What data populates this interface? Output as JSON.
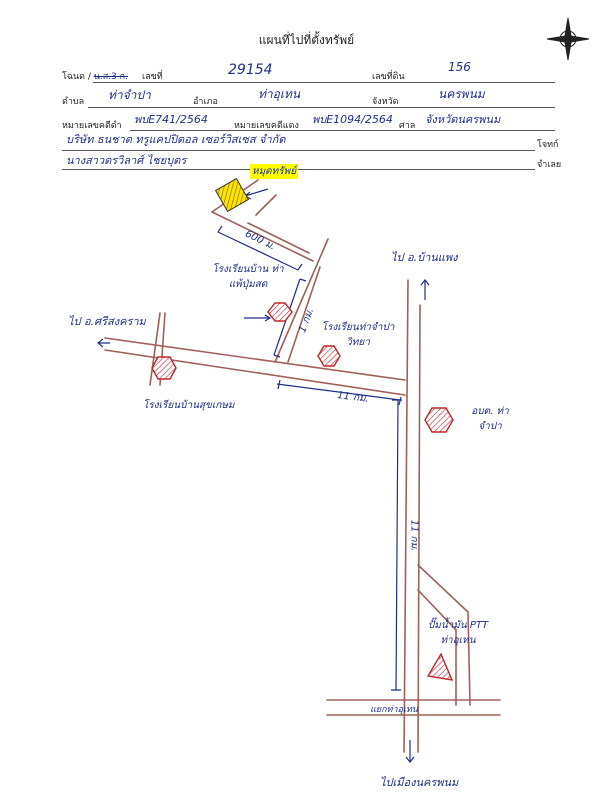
{
  "header": {
    "title": "แผนที่ไปที่ตั้งทรัพย์"
  },
  "form": {
    "row1": {
      "deed_label": "โฉนด / ",
      "deed_type_struck": "น.ส.3 ก.",
      "deed_no_label": "เลขที่",
      "deed_no": "29154",
      "land_no_label": "เลขที่ดิน",
      "land_no": "156"
    },
    "row2": {
      "tambon_label": "ตำบล",
      "tambon": "ท่าจำปา",
      "amphoe_label": "อำเภอ",
      "amphoe": "ท่าอุเทน",
      "province_label": "จังหวัด",
      "province": "นครพนม"
    },
    "row3": {
      "black_case_label": "หมายเลขคดีดำ",
      "black_case": "พบE741/2564",
      "red_case_label": "หมายเลขคดีแดง",
      "red_case": "พบE1094/2564",
      "court_label": "ศาล",
      "court": "จังหวัดนครพนม"
    },
    "row4": {
      "plaintiff": "บริษัท ธนชาต ทรูแคปปิตอล เซอร์วิสเซส จำกัด",
      "plaintiff_label": "โจทก์"
    },
    "row5": {
      "defendant": "นางสาวตรวิลาศ์ ไชยบุตร",
      "defendant_label": "จำเลย"
    }
  },
  "map": {
    "labels": {
      "marker": "หมุดทรัพย์",
      "dist_600": "600 ม.",
      "dist_1km": "1 กม.",
      "dist_11km_h": "11 กม.",
      "dist_11km_v": "11 กม.",
      "to_banphaeng": "ไป อ.บ้านแพง",
      "to_sisongkhram": "ไป อ.ศรีสงคราม",
      "school_banthaphaen": "โรงเรียนบ้าน ท่าแพ้ปุ่มสด",
      "school_thajampa": "โรงเรียนท่าจำปา วิทยา",
      "school_bansukkrasem": "โรงเรียนบ้านสุขเกษม",
      "tao": "อบต. ท่าจำปา",
      "ptt": "ปั๊มน้ำมัน PTT ท่าอุเทน",
      "intersection": "แยกท่าอุเทน",
      "to_nakhonphanom": "ไปเมืองนครพนม"
    },
    "colors": {
      "road": "#a0605a",
      "landmark": "#c0262b",
      "highlight": "#ffff00",
      "ink": "#1f2f8a",
      "arrow": "#1f2f8a"
    },
    "icons": {
      "compass": "compass-rose-icon",
      "landmark": "hexagon-hatched-icon",
      "property": "hatched-square-icon"
    }
  }
}
